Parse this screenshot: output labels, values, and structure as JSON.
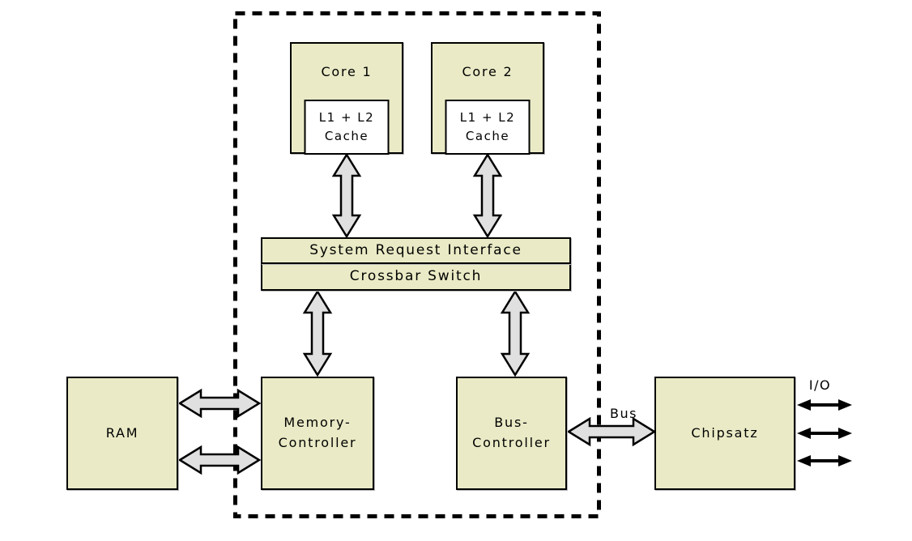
{
  "colors": {
    "box_fill": "#eaebc6",
    "cache_fill": "#ffffff",
    "arrow_fill": "#e0e0e0",
    "line_color": "#000000"
  },
  "cpu_package": {
    "core1": {
      "label": "Core 1",
      "cache_line1": "L1 + L2",
      "cache_line2": "Cache"
    },
    "core2": {
      "label": "Core 2",
      "cache_line1": "L1 + L2",
      "cache_line2": "Cache"
    },
    "system_request_interface": {
      "label": "System Request Interface"
    },
    "crossbar_switch": {
      "label": "Crossbar Switch"
    },
    "memory_controller": {
      "line1": "Memory-",
      "line2": "Controller"
    },
    "bus_controller": {
      "line1": "Bus-",
      "line2": "Controller"
    }
  },
  "external": {
    "ram": {
      "label": "RAM"
    },
    "chipset": {
      "label": "Chipsatz"
    }
  },
  "connection_labels": {
    "bus": "Bus",
    "io": "I/O"
  }
}
